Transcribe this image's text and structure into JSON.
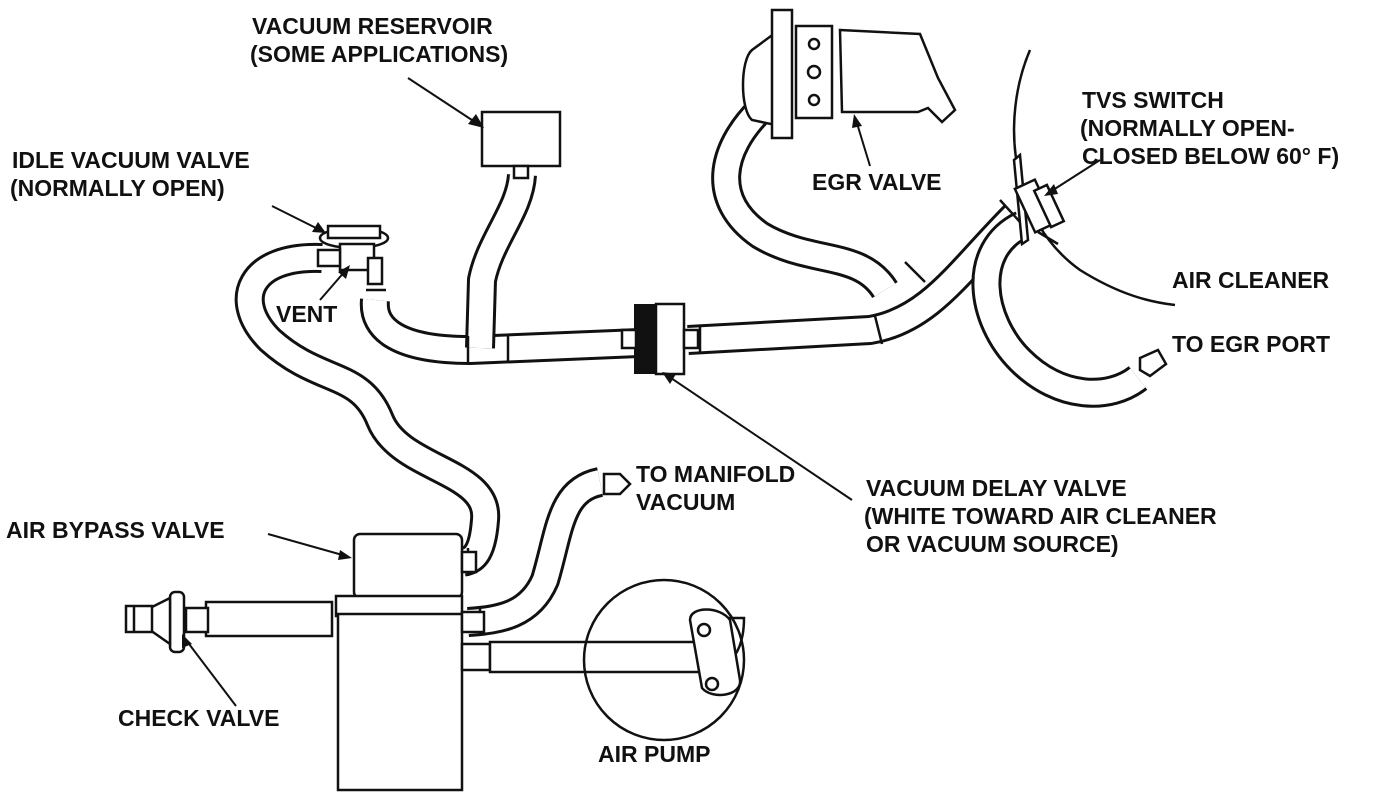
{
  "labels": {
    "vacuum_reservoir": [
      "VACUUM RESERVOIR",
      "(SOME APPLICATIONS)"
    ],
    "idle_vacuum_valve": [
      "IDLE VACUUM VALVE",
      "(NORMALLY OPEN)"
    ],
    "vent": "VENT",
    "egr_valve": "EGR VALVE",
    "tvs_switch": [
      "TVS SWITCH",
      "(NORMALLY OPEN-",
      "CLOSED BELOW 60° F)"
    ],
    "air_cleaner": "AIR CLEANER",
    "to_egr_port": "TO EGR PORT",
    "to_manifold_vacuum": [
      "TO  MANIFOLD",
      "VACUUM"
    ],
    "vacuum_delay_valve": [
      "VACUUM DELAY VALVE",
      "(WHITE TOWARD AIR CLEANER",
      "OR VACUUM SOURCE)"
    ],
    "air_bypass_valve": "AIR BYPASS VALVE",
    "check_valve": "CHECK VALVE",
    "air_pump": "AIR PUMP"
  }
}
